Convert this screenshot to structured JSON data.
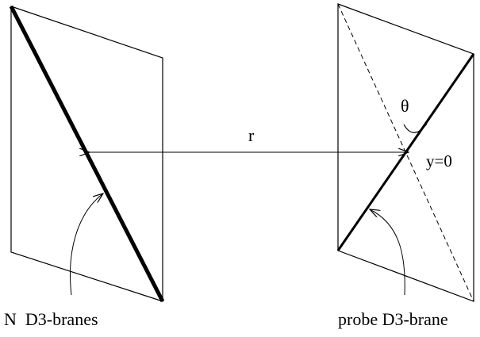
{
  "labels": {
    "left_caption": "N  D3-branes",
    "right_caption": "probe D3-brane",
    "distance": "r",
    "angle": "θ",
    "intersection": "y=0"
  },
  "colors": {
    "ink": "#000000",
    "background": "#ffffff"
  }
}
